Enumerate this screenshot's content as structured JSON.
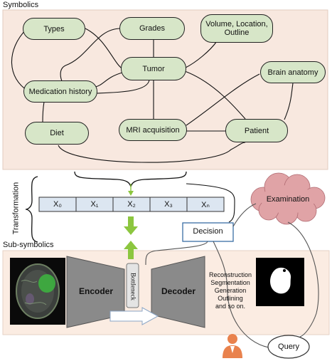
{
  "sections": {
    "symbolics": "Symbolics",
    "transformation": "Transformation",
    "sub_symbolics": "Sub-symbolics"
  },
  "knowledge_graph": {
    "types": "Types",
    "grades": "Grades",
    "volume": "Volume, Location, Outline",
    "tumor": "Tumor",
    "brain_anatomy": "Brain anatomy",
    "medication_history": "Medication history",
    "diet": "Diet",
    "mri_acquisition": "MRI acquisition",
    "patient": "Patient"
  },
  "vector": {
    "cells": [
      "X₀",
      "X₁",
      "X₂",
      "X₃",
      "Xₙ"
    ]
  },
  "decision": "Decision",
  "examination": "Examination",
  "network": {
    "encoder": "Encoder",
    "bottleneck": "Bottleneck",
    "decoder": "Decoder",
    "outputs": [
      "Reconstruction",
      "Segmentation",
      "Generation",
      "Outlining",
      "and so on."
    ]
  },
  "query": "Query",
  "colors": {
    "symbolic_bg": "#f8e8df",
    "node_fill": "#d7e6c8",
    "vector_fill": "#dce6f1",
    "arrow_green": "#8cc63f",
    "cloud": "#e0a3a6",
    "block_gray": "#8a8a8a",
    "person": "#e9824d"
  }
}
